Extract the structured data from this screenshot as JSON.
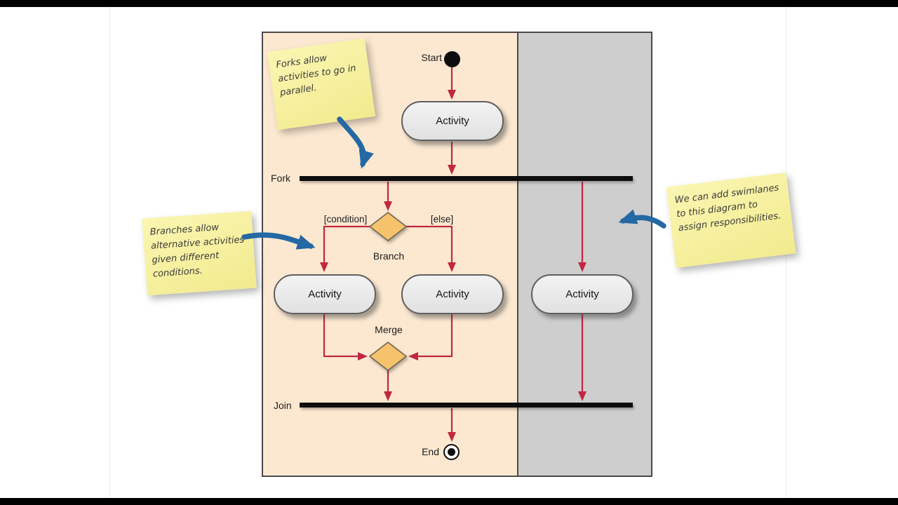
{
  "colors": {
    "lane_left_bg": "#fce8d0",
    "lane_right_bg": "#cecece",
    "connector_red": "#c12742",
    "annotation_blue": "#2468a4",
    "sticky_yellow": "#f7f1a0",
    "diamond_orange": "#f6c26b",
    "activity_gray": "#e9e9e9"
  },
  "diagram": {
    "start_label": "Start",
    "end_label": "End",
    "fork_label": "Fork",
    "join_label": "Join",
    "branch_label": "Branch",
    "merge_label": "Merge",
    "condition_label": "[condition]",
    "else_label": "[else]",
    "activities": [
      {
        "label": "Activity"
      },
      {
        "label": "Activity"
      },
      {
        "label": "Activity"
      },
      {
        "label": "Activity"
      }
    ]
  },
  "notes": [
    {
      "text": "Forks allow activities to go in parallel."
    },
    {
      "text": "Branches allow alternative activities given different conditions."
    },
    {
      "text": "We can add swimlanes to this diagram to assign responsibilities."
    }
  ]
}
